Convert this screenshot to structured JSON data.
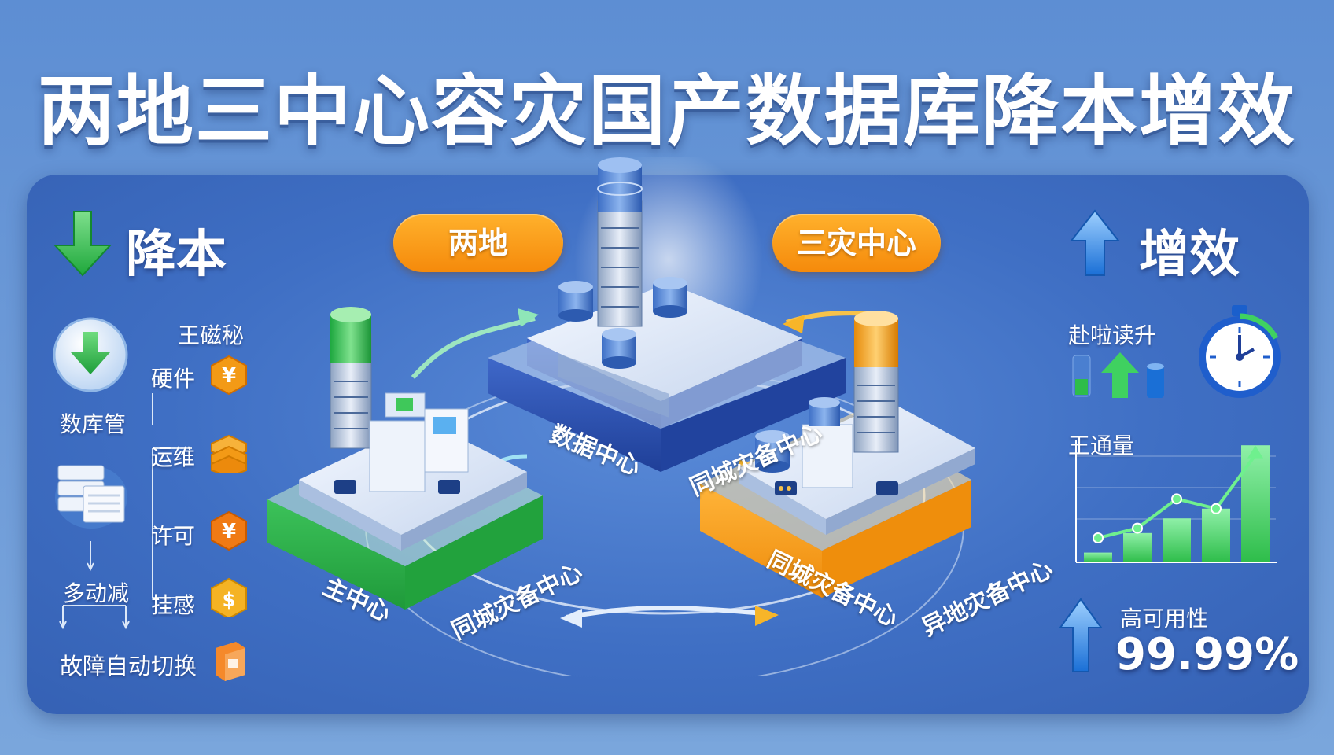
{
  "title": "两地三中心容灾国产数据库降本增效",
  "left": {
    "heading": "降本",
    "db_label": "数库管",
    "top_label": "王磁秘",
    "items": [
      {
        "label": "硬件",
        "icon": "yen-coin-icon",
        "glyph": "¥"
      },
      {
        "label": "运维",
        "icon": "coin-stack-icon",
        "glyph": ""
      },
      {
        "label": "许可",
        "icon": "yen-coin-icon",
        "glyph": "¥"
      },
      {
        "label": "挂感",
        "icon": "dollar-coin-icon",
        "glyph": "$"
      }
    ],
    "reduce_label": "多动减",
    "failover_label": "故障自动切换",
    "colors": {
      "down_arrow": "#2ebd4a",
      "coin": "#f39a16"
    }
  },
  "center": {
    "pill_left": "两地",
    "pill_right": "三灾中心",
    "top_center": {
      "name_a": "数据中心",
      "name_b": "同城灾备中心"
    },
    "left_center": {
      "name_a": "主中心",
      "name_b": "同城灾备中心"
    },
    "right_center": {
      "name_a": "同城灾备中心",
      "name_b": "异地灾备中心"
    },
    "colors": {
      "top": "#2d55b8",
      "left": "#2eb44a",
      "right": "#f39a16"
    }
  },
  "right": {
    "heading": "增效",
    "speed_label": "赴啦读升",
    "throughput_label": "王通量",
    "availability_label": "高可用性",
    "availability_value": "99.99%",
    "chart_data": {
      "type": "bar",
      "values": [
        1,
        3,
        4.5,
        5.5,
        12
      ],
      "line": [
        2.5,
        3.5,
        6.5,
        5.5,
        11
      ]
    }
  }
}
